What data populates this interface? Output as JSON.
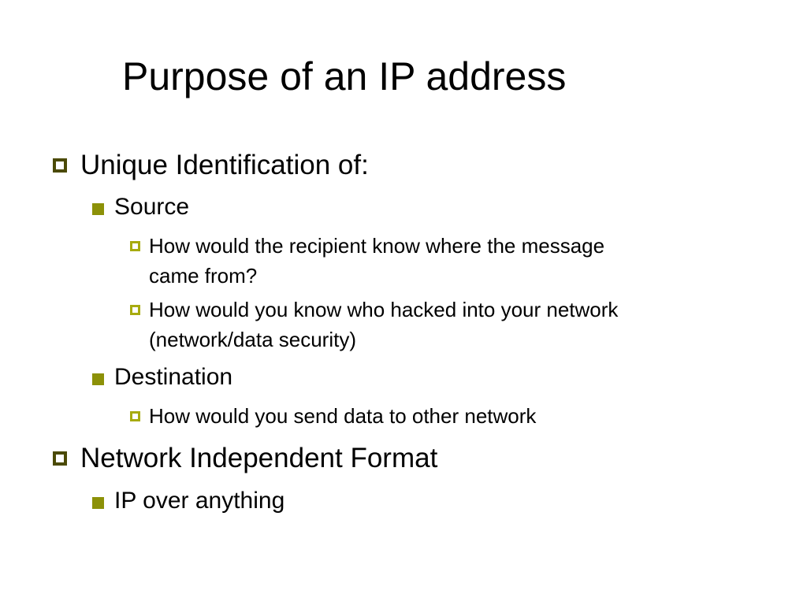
{
  "slide": {
    "title": "Purpose of an IP address",
    "items": [
      {
        "text": "Unique Identification of:"
      },
      {
        "text": "Source"
      },
      {
        "line1": "How would the recipient know where the message",
        "line2": "came from?"
      },
      {
        "line1": "How would you know who hacked into your network",
        "line2": "(network/data security)"
      },
      {
        "text": "Destination"
      },
      {
        "text": "How would you send data to other network"
      },
      {
        "text": "Network Independent Format"
      },
      {
        "text": "IP over anything"
      }
    ]
  },
  "colors": {
    "level1_bullet": "#4b4a06",
    "level2_bullet": "#8c9108",
    "level3_bullet": "#a7ab0f"
  },
  "icons": {
    "level1": "hollow-square-bullet-icon",
    "level2": "filled-square-bullet-icon",
    "level3": "small-hollow-square-bullet-icon"
  }
}
